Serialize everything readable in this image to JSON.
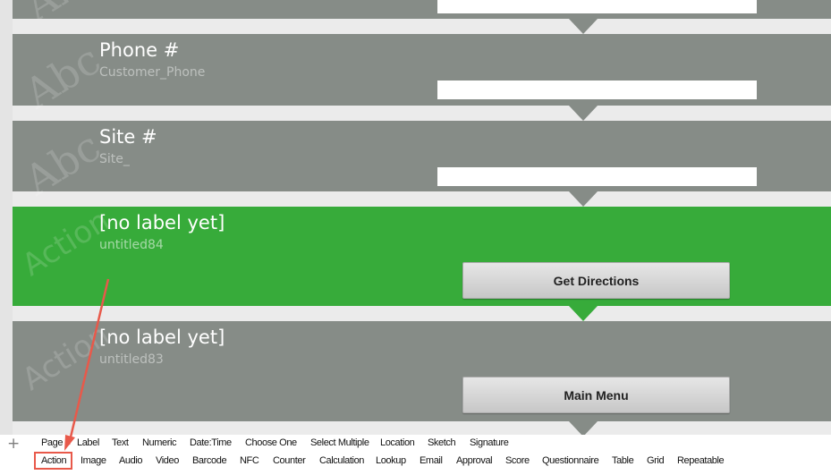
{
  "blocks": [
    {
      "watermark": "Abc",
      "label": "",
      "variable": "",
      "type": "text"
    },
    {
      "watermark": "Abc",
      "label": "Phone #",
      "variable": "Customer_Phone",
      "type": "text"
    },
    {
      "watermark": "Abc",
      "label": "Site #",
      "variable": "Site_",
      "type": "text"
    },
    {
      "watermark": "Action",
      "label": "[no label yet]",
      "variable": "untitled84",
      "type": "action",
      "button": "Get Directions",
      "selected": true
    },
    {
      "watermark": "Action",
      "label": "[no label yet]",
      "variable": "untitled83",
      "type": "action",
      "button": "Main Menu",
      "selected": false
    }
  ],
  "toolbox": {
    "add_symbol": "+",
    "row1": [
      "Page",
      "Label",
      "Text",
      "Numeric",
      "Date:Time",
      "Choose One",
      "Select Multiple",
      "Location",
      "Sketch",
      "Signature"
    ],
    "row2": [
      "Action",
      "Image",
      "Audio",
      "Video",
      "Barcode",
      "NFC",
      "Counter",
      "Calculation",
      "Lookup",
      "Email",
      "Approval",
      "Score",
      "Questionnaire",
      "Table",
      "Grid",
      "Repeatable"
    ]
  },
  "colors": {
    "block": "#868c87",
    "active_block": "#37ab3a",
    "highlight": "#e8594a"
  }
}
